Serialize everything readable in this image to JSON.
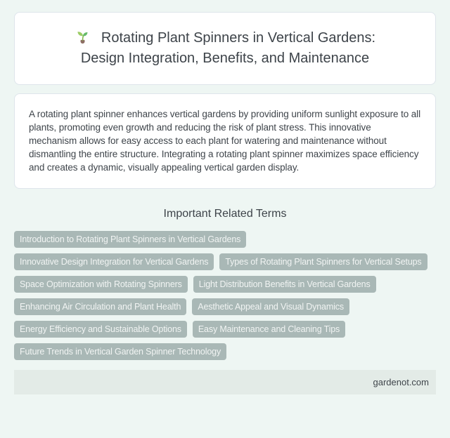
{
  "header": {
    "icon": "seedling-icon",
    "title_line1": "Rotating Plant Spinners in Vertical Gardens:",
    "title_line2": "Design Integration, Benefits, and Maintenance"
  },
  "summary": {
    "text": "A rotating plant spinner enhances vertical gardens by providing uniform sunlight exposure to all plants, promoting even growth and reducing the risk of plant stress. This innovative mechanism allows for easy access to each plant for watering and maintenance without dismantling the entire structure. Integrating a rotating plant spinner maximizes space efficiency and creates a dynamic, visually appealing vertical garden display."
  },
  "related_terms": {
    "heading": "Important Related Terms",
    "rows": [
      [
        "Introduction to Rotating Plant Spinners in Vertical Gardens"
      ],
      [
        "Innovative Design Integration for Vertical Gardens",
        "Types of Rotating Plant Spinners for Vertical Setups"
      ],
      [
        "Space Optimization with Rotating Spinners",
        "Light Distribution Benefits in Vertical Gardens"
      ],
      [
        "Enhancing Air Circulation and Plant Health",
        "Aesthetic Appeal and Visual Dynamics"
      ],
      [
        "Energy Efficiency and Sustainable Options",
        "Easy Maintenance and Cleaning Tips"
      ],
      [
        "Future Trends in Vertical Garden Spinner Technology"
      ]
    ]
  },
  "footer": {
    "site": "gardenot.com"
  },
  "colors": {
    "page_background": "#eef6f3",
    "card_background": "#ffffff",
    "card_border": "#dee5eb",
    "text": "#3d4349",
    "term_background": "#a9b8b6",
    "term_text": "#f1f4f3",
    "footer_background": "#e3ebe7",
    "seedling_leaf_light": "#9ccc65",
    "seedling_leaf_dark": "#66bb6a",
    "seedling_base": "#8d6e63"
  }
}
